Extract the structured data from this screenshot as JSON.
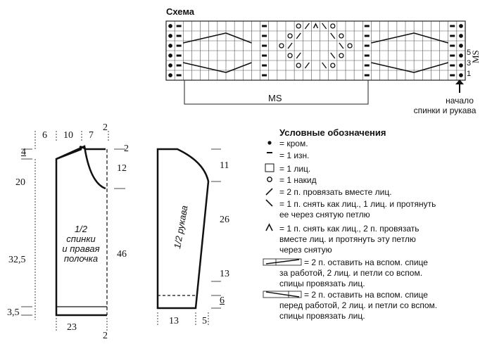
{
  "scheme": {
    "title": "Схема",
    "ms_side": "MS",
    "ms_bottom": "MS",
    "row_numbers": [
      "5",
      "3",
      "1"
    ],
    "start_label_1": "начало",
    "start_label_2": "спинки и рукава"
  },
  "body_pattern": {
    "label_1": "1/2",
    "label_2": "спинки",
    "label_3": "и правая",
    "label_4": "полочка",
    "dims": {
      "top_6": "6",
      "top_10": "10",
      "top_7": "7",
      "top_2": "2",
      "right_2_top": "2",
      "left_4": "4",
      "left_20": "20",
      "left_32_5": "32,5",
      "left_3_5": "3,5",
      "right_12": "12",
      "right_46": "46",
      "bottom_23": "23",
      "bottom_2": "2"
    }
  },
  "sleeve_pattern": {
    "label": "1/2 рукава",
    "dims": {
      "r_11": "11",
      "r_26": "26",
      "r_13": "13",
      "r_6": "6",
      "b_13": "13",
      "b_5": "5"
    }
  },
  "legend": {
    "title": "Условные обозначения",
    "items": [
      "= кром.",
      "= 1 изн.",
      "= 1 лиц.",
      "= 1 накид",
      "= 2 п. провязать вместе лиц.",
      "= 1 п. снять как лиц., 1 лиц. и протянуть",
      "ее через снятую петлю",
      "= 1 п. снять как лиц., 2 п. провязать",
      "вместе лиц. и протянуть эту петлю",
      "через снятую",
      "= 2 п. оставить на вспом. спице",
      "за работой, 2 лиц. и петли со вспом.",
      "спицы провязать лиц.",
      "= 2 п. оставить на вспом. спице",
      "перед работой, 2 лиц. и петли со вспом.",
      "спицы провязать лиц."
    ]
  }
}
